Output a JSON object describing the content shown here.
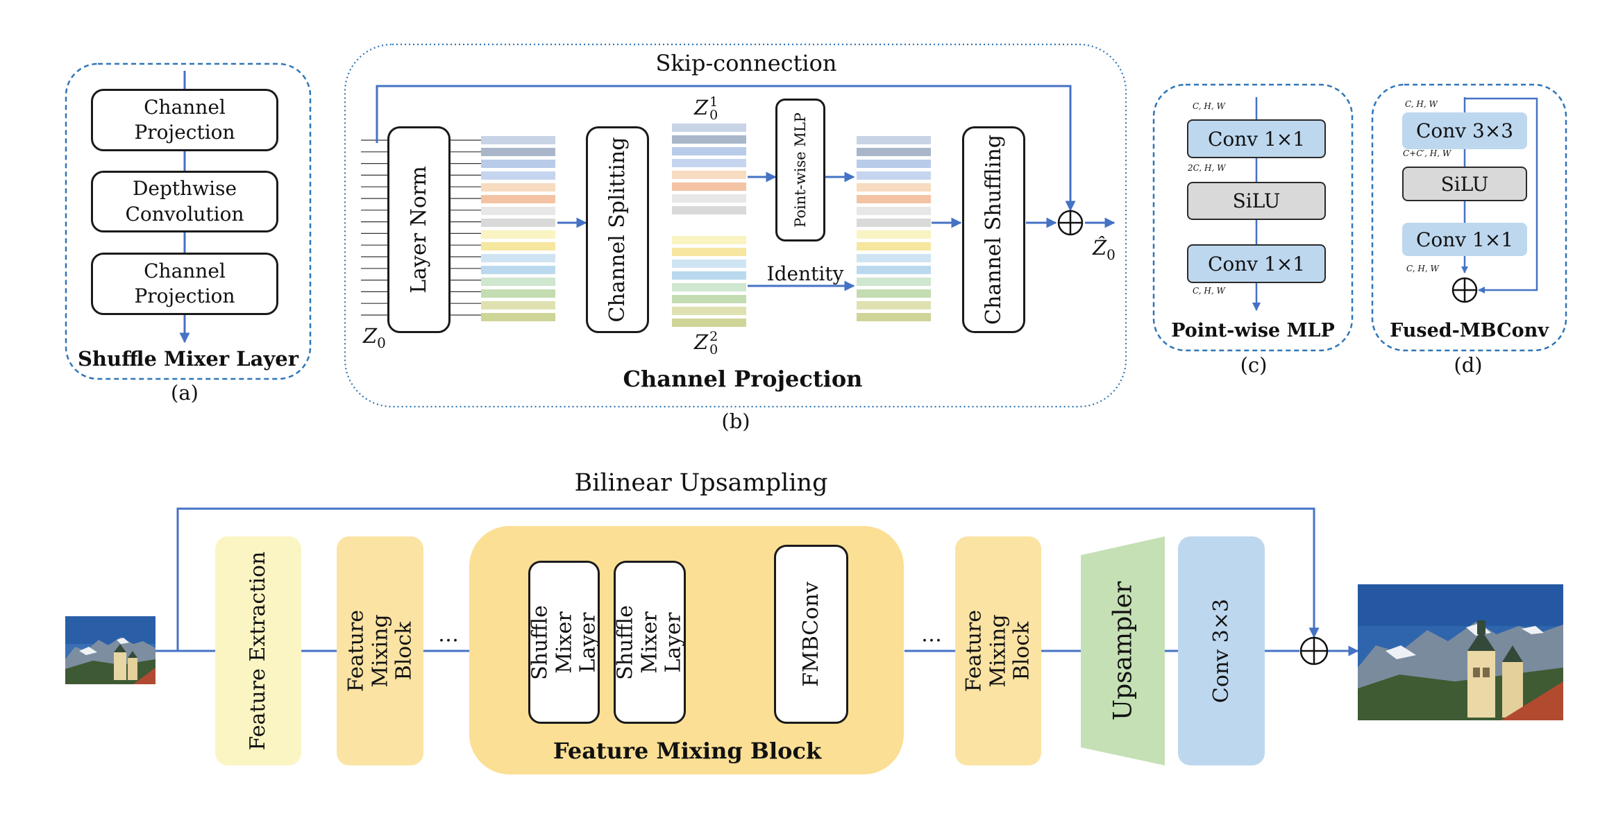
{
  "colors": {
    "arrow": "#4472c4",
    "dashed_border": "#2e75b6",
    "feature_extraction": "#fbf5c4",
    "feature_mixing": "#fbe3a3",
    "feature_mixing_big": "#fbdf95",
    "upsampler": "#c5e0b4",
    "conv_block": "#bdd7ee",
    "silu_block": "#d9d9d9"
  },
  "panel_a": {
    "blocks": [
      "Channel\nProjection",
      "Depthwise\nConvolution",
      "Channel\nProjection"
    ],
    "title": "Shuffle Mixer Layer",
    "label": "(a)"
  },
  "panel_b": {
    "skip": "Skip-connection",
    "layer_norm": "Layer Norm",
    "channel_splitting": "Channel Splitting",
    "pointwise_mlp": "Point-wise MLP",
    "identity": "Identity",
    "channel_shuffling": "Channel Shuffling",
    "z_in": "Z",
    "z_in_sub": "0",
    "z1": "Z",
    "z1_sub": "0",
    "z1_sup": "1",
    "z2": "Z",
    "z2_sub": "0",
    "z2_sup": "2",
    "z_out": "Ẑ",
    "z_out_sub": "0",
    "title": "Channel Projection",
    "label": "(b)",
    "strips_top": [
      "#c8d4e6",
      "#a9b6c9",
      "#b8cbe9",
      "#c6d5ef",
      "#f7dcc1",
      "#f4c3a4",
      "#e7e7e7",
      "#d9d9d9"
    ],
    "strips_bottom": [
      "#faf3c2",
      "#f6e7a0",
      "#cfe4f3",
      "#bad9ee",
      "#cfe6cf",
      "#c3dcb2",
      "#dfe2b0",
      "#cfd497"
    ]
  },
  "panel_c": {
    "dims": [
      "C, H, W",
      "2C, H, W",
      "C, H, W"
    ],
    "blocks": [
      "Conv 1×1",
      "SiLU",
      "Conv 1×1"
    ],
    "title": "Point-wise MLP",
    "label": "(c)"
  },
  "panel_d": {
    "dims": [
      "C, H, W",
      "C+C′, H, W",
      "C, H, W"
    ],
    "blocks": [
      "Conv 3×3",
      "SiLU",
      "Conv 1×1"
    ],
    "title": "Fused-MBConv",
    "label": "(d)"
  },
  "pipeline": {
    "bilinear": "Bilinear Upsampling",
    "feature_extraction": "Feature Extraction",
    "feature_mixing_block": "Feature\nMixing Block",
    "ellipsis": "…",
    "shuffle_mixer_layer": "Shuffle\nMixer Layer",
    "fmbconv": "FMBConv",
    "fmb_title": "Feature Mixing Block",
    "upsampler": "Upsampler",
    "conv33": "Conv 3×3"
  }
}
